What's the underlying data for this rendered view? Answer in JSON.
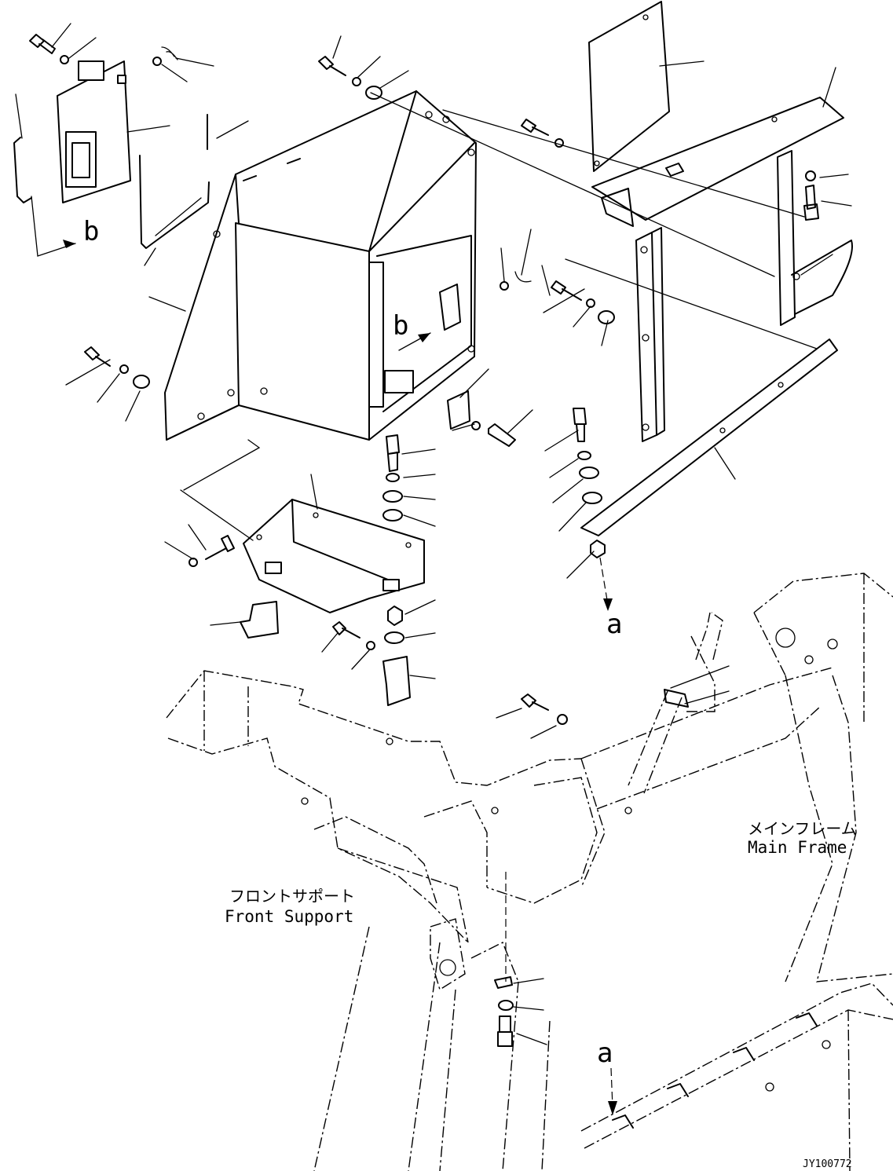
{
  "callouts": {
    "a": "a",
    "b": "b"
  },
  "labels": {
    "main_frame_jp": "メインフレーム",
    "main_frame_en": "Main Frame",
    "front_support_jp": "フロントサポート",
    "front_support_en": "Front Support"
  },
  "drawing_code": "JY100772"
}
